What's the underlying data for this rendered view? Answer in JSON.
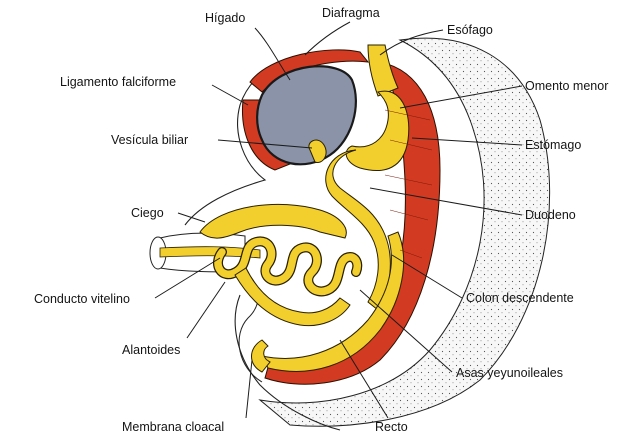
{
  "labels": {
    "higado": "Hígado",
    "diafragma": "Diafragma",
    "esofago": "Esófago",
    "ligamento_falciforme": "Ligamento falciforme",
    "omento_menor": "Omento menor",
    "vesicula_biliar": "Vesícula biliar",
    "estomago": "Estómago",
    "ciego": "Ciego",
    "duodeno": "Duodeno",
    "conducto_vitelino": "Conducto vitelino",
    "colon_descendente": "Colon descendente",
    "alantoides": "Alantoides",
    "asas_yeyunoileales": "Asas yeyunoileales",
    "membrana_cloacal": "Membrana cloacal",
    "recto": "Recto"
  },
  "colors": {
    "mesentery": "#d23a22",
    "gut": "#f2cf2c",
    "gut_outline": "#2a2000",
    "liver": "#8b93a8",
    "stipple_bg": "#f4f4f4"
  }
}
